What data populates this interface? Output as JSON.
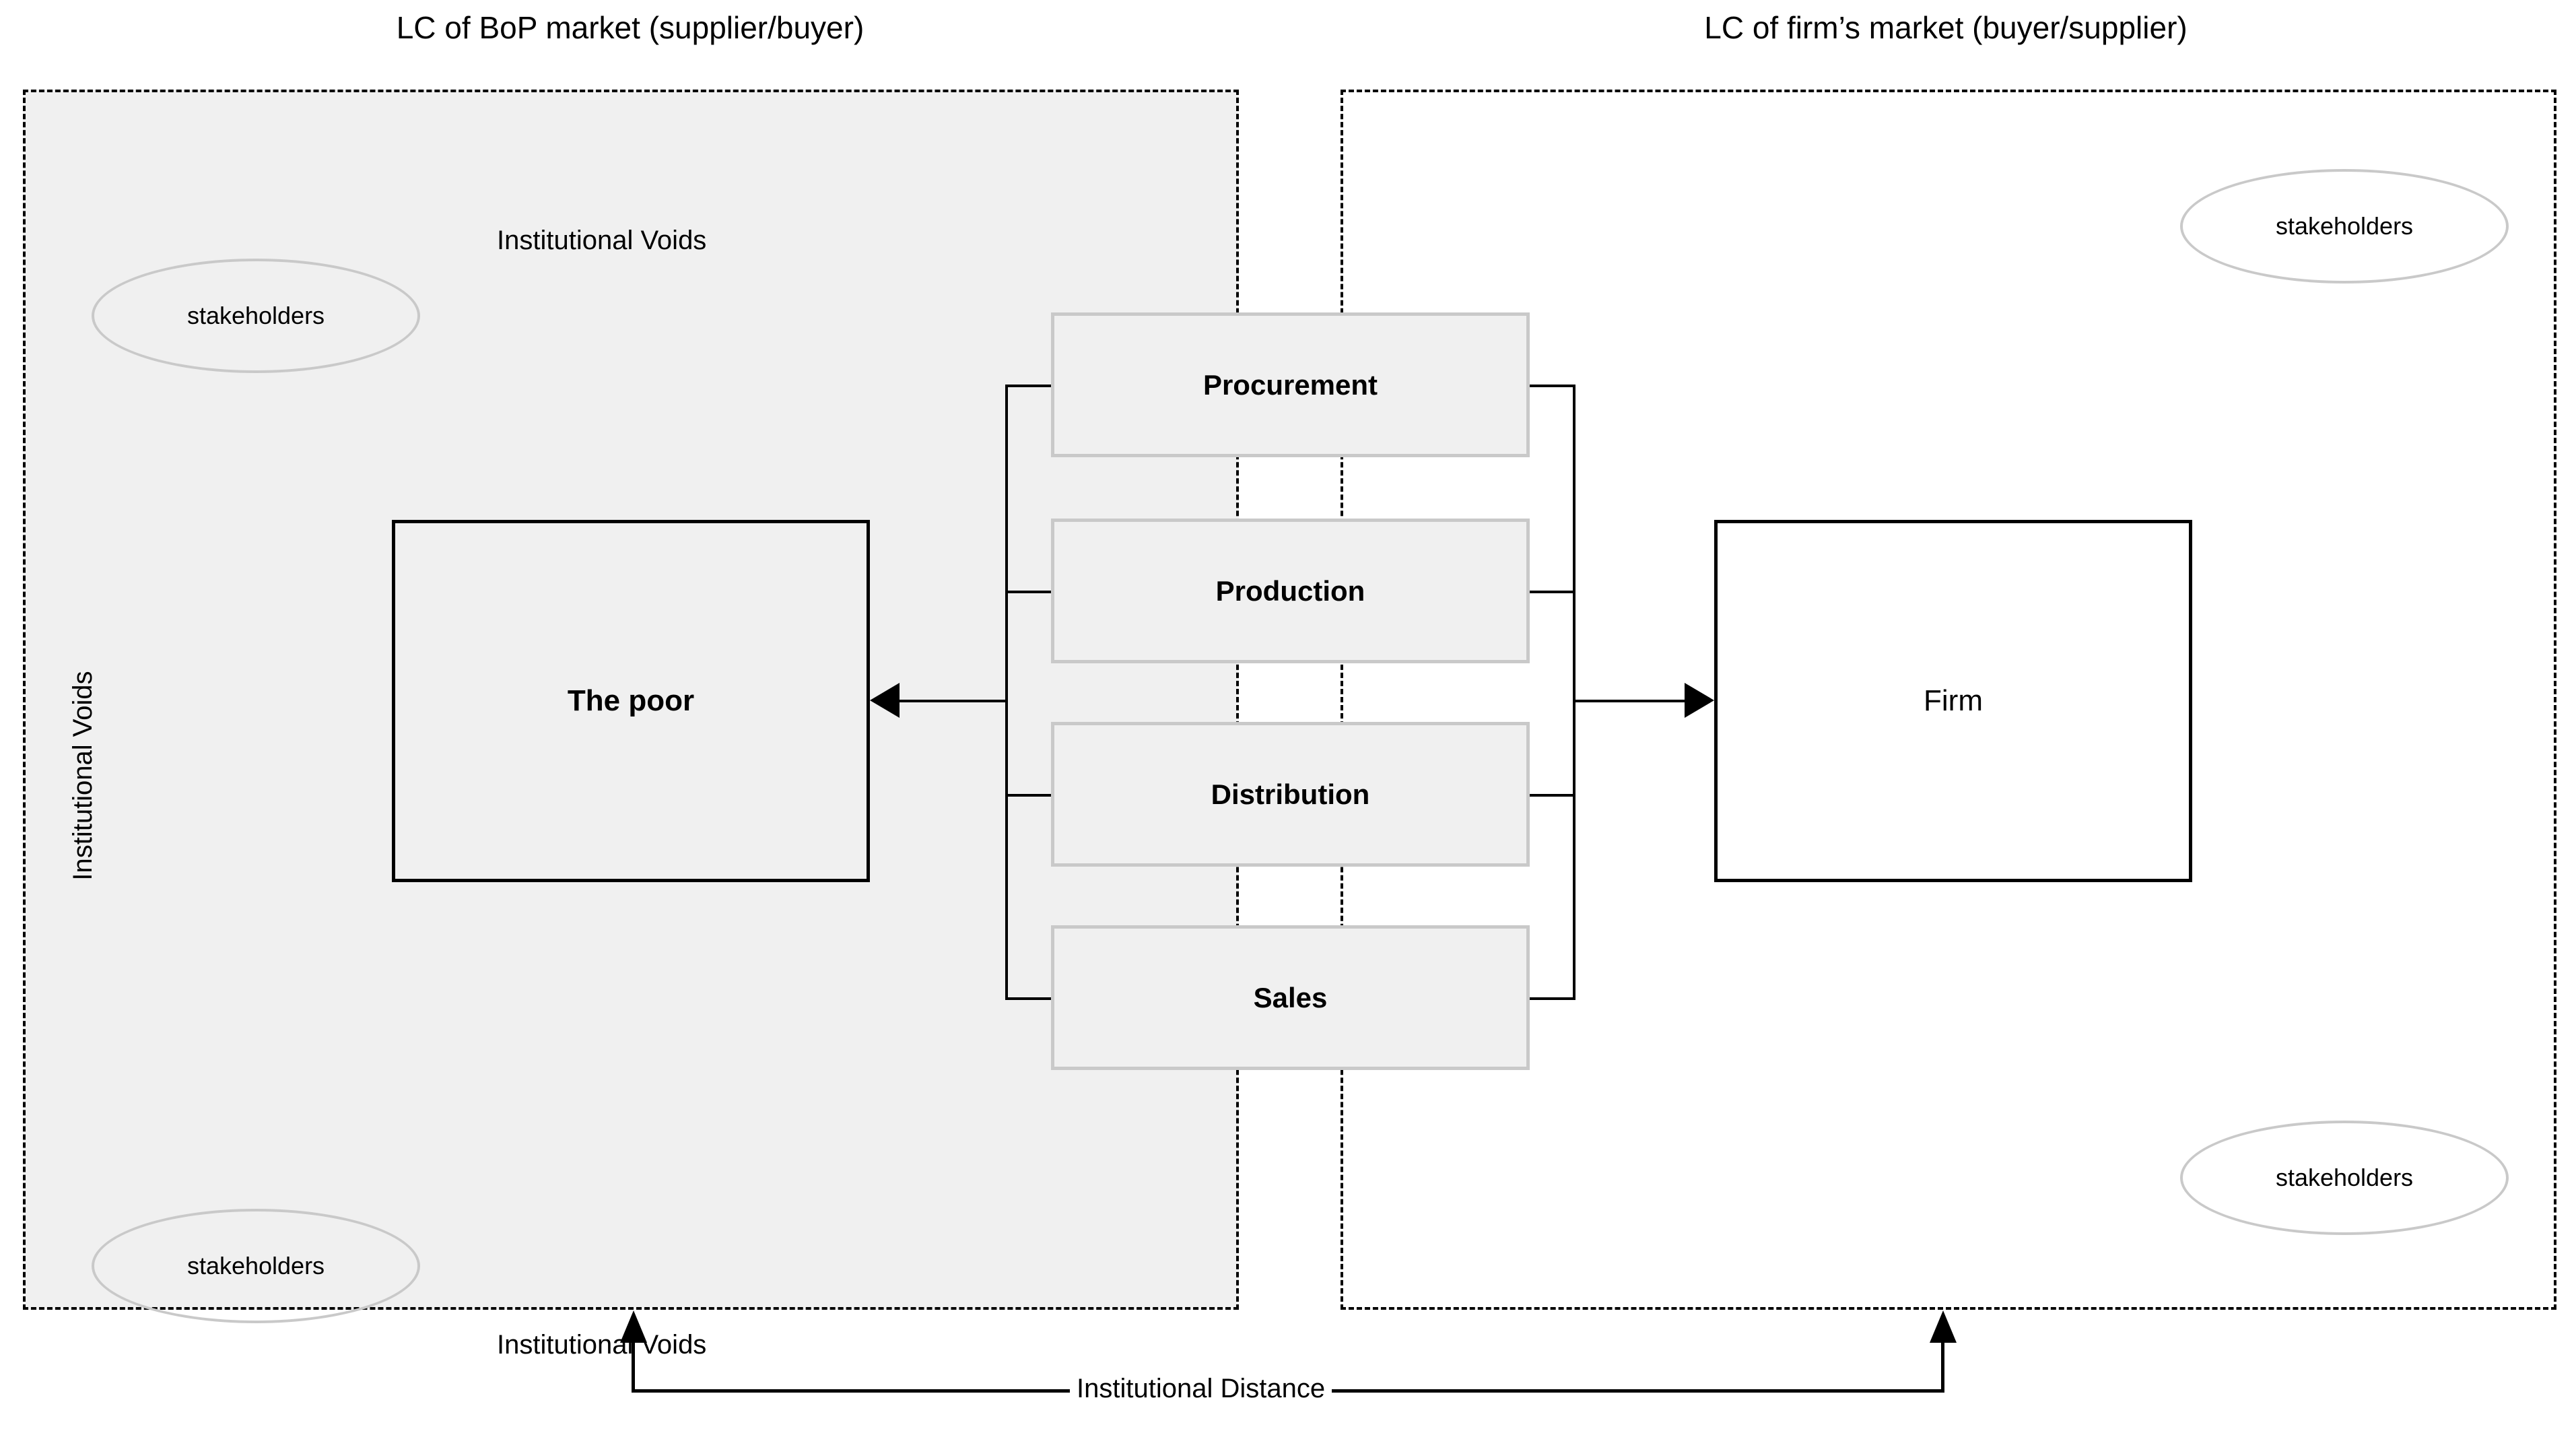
{
  "diagram": {
    "title_left": "LC of BoP market (supplier/buyer)",
    "title_right": "LC of firm’s market (buyer/supplier)"
  },
  "bop_market": {
    "label_top": "Institutional Voids",
    "label_bottom": "Institutional Voids",
    "label_side": "Institutional Voids",
    "actor": "The poor",
    "stakeholders_top": "stakeholders",
    "stakeholders_bottom": "stakeholders",
    "fill_color": "#f0f0f0",
    "border_color": "#000000"
  },
  "firm_market": {
    "actor": "Firm",
    "stakeholders_top": "stakeholders",
    "stakeholders_bottom": "stakeholders",
    "fill_color": "#ffffff",
    "border_color": "#000000"
  },
  "value_chain": {
    "steps": [
      {
        "label": "Procurement"
      },
      {
        "label": "Production"
      },
      {
        "label": "Distribution"
      },
      {
        "label": "Sales"
      }
    ],
    "box_fill": "#f0f0f0",
    "box_border": "#c9c9c9"
  },
  "institutional_distance": {
    "label": "Institutional Distance"
  },
  "icons": {
    "arrow_left": "arrow-left-icon",
    "arrow_right": "arrow-right-icon",
    "arrow_up": "arrow-up-icon"
  }
}
